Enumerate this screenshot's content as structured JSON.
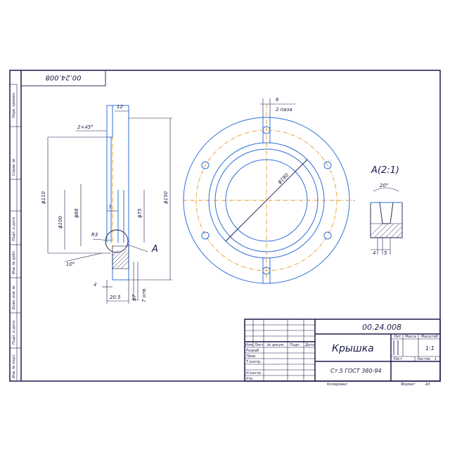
{
  "drawing_number": "00.24.008",
  "drawing_number_rotated": "00.24.008",
  "part_name": "Крышка",
  "material": "Ст.5 ГОСТ 380-94",
  "scale_value": "1:1",
  "sheet_label": "Лист",
  "sheets_label": "Листов",
  "sheets_count": "1",
  "mass_header": "Масса",
  "scale_header": "Масштаб",
  "lit_header": "Лит.",
  "copied_label": "Копировал",
  "format_label": "Формат",
  "format_value": "А3",
  "title_block_headers": {
    "izm": "Изм.",
    "list": "Лист",
    "doc": "№ докум.",
    "sign": "Подп.",
    "date": "Дата"
  },
  "title_block_roles": {
    "developed": "Разраб.",
    "checked": "Пров.",
    "tech_control": "Т.контр.",
    "norm_control": "Н.контр.",
    "approved": "Утв."
  },
  "side_stamp_labels": {
    "perv_primen": "Перв. примен.",
    "sprav": "Справ. №",
    "podp_data_1": "Подп. и дата",
    "inv_dubl": "Инв. № дубл.",
    "vzam_inv": "Взам. инв. №",
    "podp_data_2": "Подп. и дата",
    "inv_podl": "Инв. № подл."
  },
  "dimensions": {
    "d110": "ϕ110",
    "d100": "ϕ100",
    "d88": "ϕ88",
    "d75": "ϕ75",
    "d150": "ϕ150",
    "d190": "ϕ190",
    "d7": "ϕ7",
    "d7_holes": "7 отв.",
    "r3": "R3",
    "chamfer": "2×45°",
    "thickness": "12",
    "step7": "7",
    "dim4": "4",
    "dim20_5": "20.5",
    "angle10": "10°",
    "slot6": "6",
    "slots_note": "2 паза",
    "detail_angle": "20°",
    "detail_4": "4",
    "detail_5": "5"
  },
  "detail_label": "А",
  "detail_view_title": "А(2:1)"
}
